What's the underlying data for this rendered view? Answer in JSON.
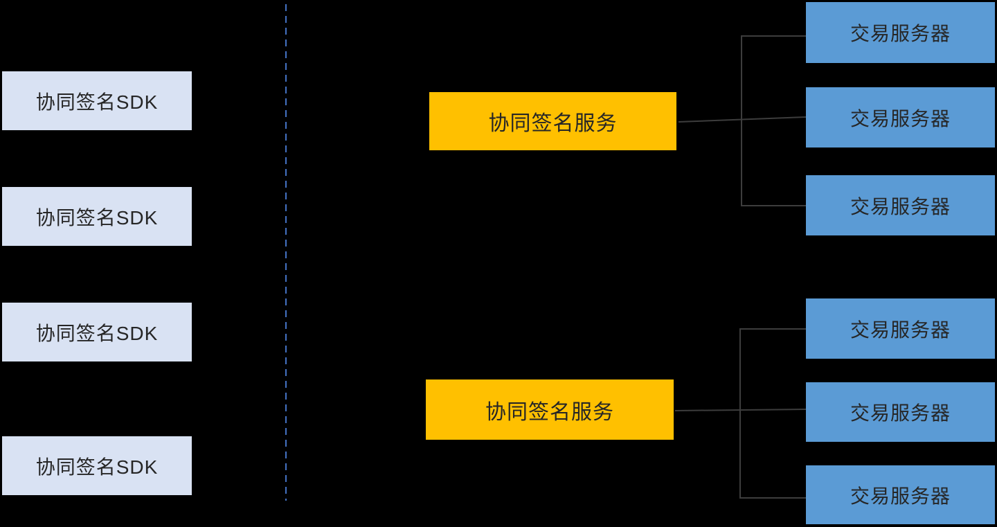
{
  "diagram": {
    "background": "#000000",
    "colors": {
      "sdk_box_fill": "#D9E2F3",
      "service_box_fill": "#FFC000",
      "server_box_fill": "#5B9BD5",
      "divider_stroke": "#4472C4",
      "connector_stroke": "#3D3D3D",
      "label_text": "#262626"
    },
    "sdk_nodes": [
      {
        "label": "协同签名SDK"
      },
      {
        "label": "协同签名SDK"
      },
      {
        "label": "协同签名SDK"
      },
      {
        "label": "协同签名SDK"
      }
    ],
    "clusters": [
      {
        "service_label": "协同签名服务",
        "servers": [
          {
            "label": "交易服务器"
          },
          {
            "label": "交易服务器"
          },
          {
            "label": "交易服务器"
          }
        ]
      },
      {
        "service_label": "协同签名服务",
        "servers": [
          {
            "label": "交易服务器"
          },
          {
            "label": "交易服务器"
          },
          {
            "label": "交易服务器"
          }
        ]
      }
    ]
  }
}
